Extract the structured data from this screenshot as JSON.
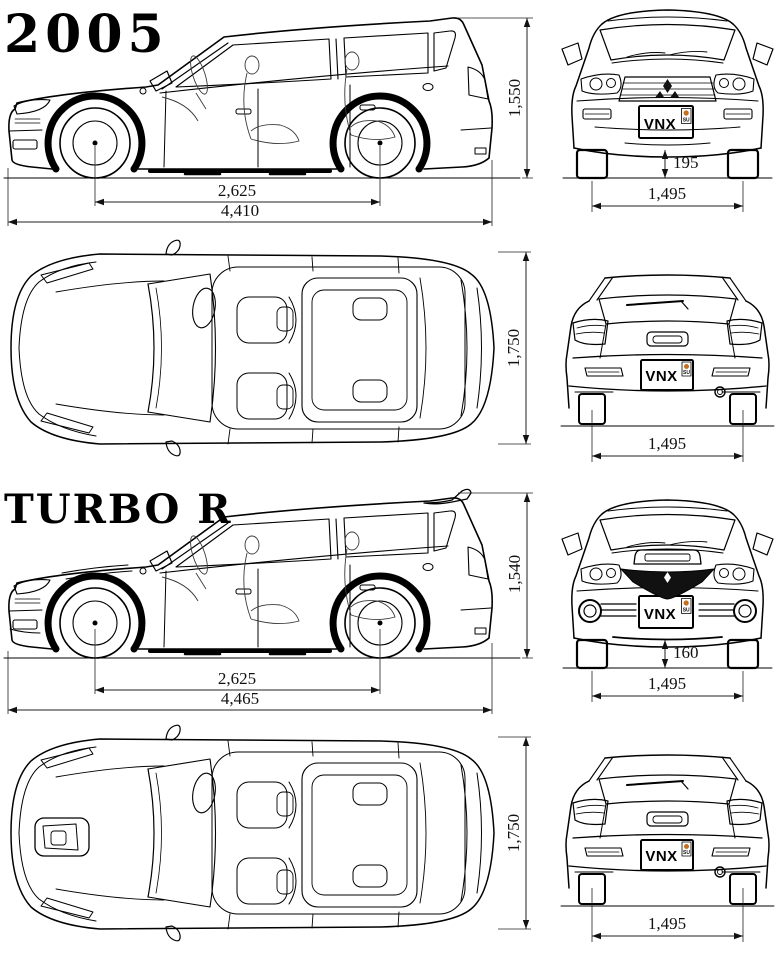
{
  "titles": {
    "year": "2005",
    "variant": "TURBO R"
  },
  "license_plate": {
    "text": "VNX",
    "sub": "SU",
    "accent_orange": "#c4721f",
    "accent_blue": "#2d4fa1"
  },
  "views": {
    "base": {
      "side": {
        "height_mm": "1,550",
        "wheelbase_mm": "2,625",
        "length_mm": "4,410"
      },
      "front": {
        "ground_clearance_mm": "195",
        "track_mm": "1,495"
      },
      "top": {
        "width_mm": "1,750"
      },
      "rear": {
        "track_mm": "1,495"
      }
    },
    "turbo_r": {
      "side": {
        "height_mm": "1,540",
        "wheelbase_mm": "2,625",
        "length_mm": "4,465"
      },
      "front": {
        "ground_clearance_mm": "160",
        "track_mm": "1,495"
      },
      "top": {
        "width_mm": "1,750"
      },
      "rear": {
        "track_mm": "1,495"
      }
    }
  },
  "colors": {
    "line": "#000000",
    "background": "#ffffff",
    "dimension_text": "#111111"
  }
}
